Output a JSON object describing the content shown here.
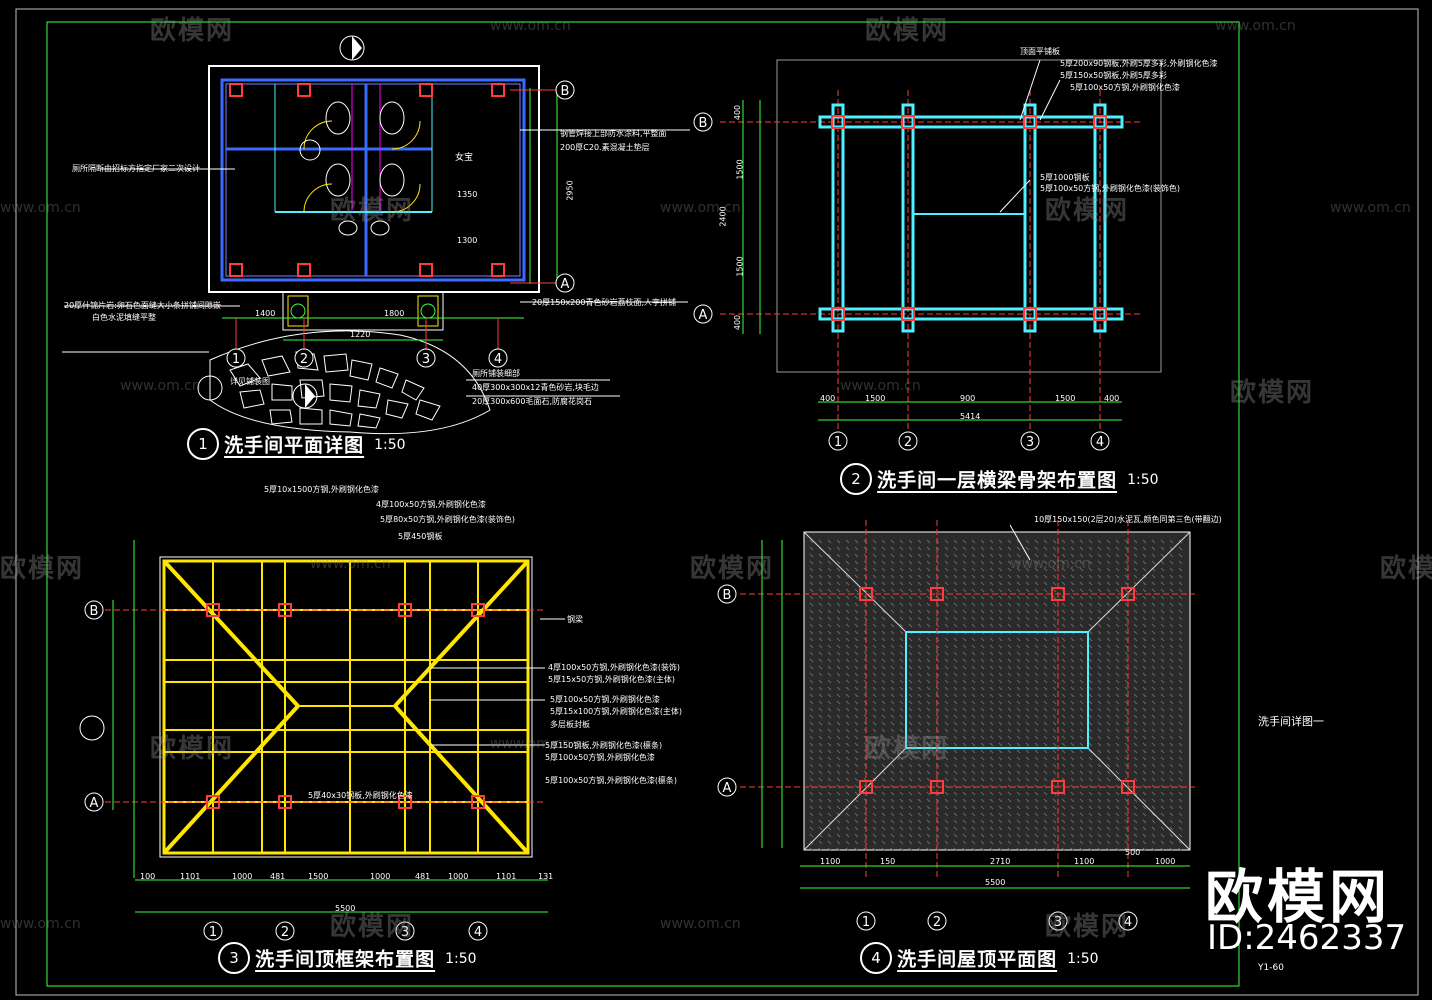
{
  "drawings": [
    {
      "num": "1",
      "title": "洗手间平面详图",
      "scale": "1:50"
    },
    {
      "num": "2",
      "title": "洗手间一层横梁骨架布置图",
      "scale": "1:50"
    },
    {
      "num": "3",
      "title": "洗手间顶框架布置图",
      "scale": "1:50"
    },
    {
      "num": "4",
      "title": "洗手间屋顶平面图",
      "scale": "1:50"
    }
  ],
  "sheet": {
    "name": "洗手间详图一",
    "code": "Y1-60"
  },
  "axes": {
    "cols": [
      "1",
      "2",
      "3",
      "4"
    ],
    "rows": [
      "A",
      "B"
    ]
  },
  "plan1": {
    "room_label": "女宝",
    "notes_left": [
      "厕所隔断由招标方指定厂家二次设计",
      "20厚什锦片岩:卵石色面缝大小条拼铺间隙嵌",
      "白色水泥填缝平整",
      "详见铺装图"
    ],
    "notes_right": [
      "钢管焊接上部防水涂料,平整面",
      "200厚C20.素混凝土垫层",
      "20厚150x200青色砂岩荔枝面,人字拼铺",
      "厕所铺装细部",
      "40厚300x300x12青色砂岩,块毛边",
      "20厚300x600毛面石,防腐花岗石"
    ],
    "dims": [
      "1400",
      "1220",
      "1800",
      "2950",
      "1350",
      "1300"
    ]
  },
  "plan2": {
    "notes": [
      "顶面平铺板",
      "5厚200x90钢板,外刷5厚多彩,外刷钢化色漆",
      "5厚150x50钢板,外刷5厚多彩",
      "5厚100x50方钢,外刷钢化色漆",
      "5厚100x50方钢,外刷钢化色漆(装饰色)",
      "5厚1000钢板"
    ],
    "dims_bottom": [
      "400",
      "1500",
      "900",
      "1500",
      "400"
    ],
    "total": "5414",
    "dims_left": [
      "400",
      "1500",
      "2400",
      "1500",
      "400"
    ]
  },
  "plan3": {
    "notes_top": [
      "5厚10x1500方钢,外刷钢化色漆",
      "4厚100x50方钢,外刷钢化色漆",
      "5厚80x50方钢,外刷钢化色漆(装饰色)",
      "5厚450钢板",
      "5厚40x30钢板,外刷钢化色漆"
    ],
    "notes_right": [
      "钢梁",
      "4厚100x50方钢,外刷钢化色漆(装饰)",
      "5厚15x50方钢,外刷钢化色漆(主体)",
      "5厚100x50方钢,外刷钢化色漆",
      "5厚15x100方钢,外刷钢化色漆(主体)",
      "多层板封板",
      "5厚150钢板,外刷钢化色漆(檩条)",
      "5厚100x50方钢,外刷钢化色漆",
      "5厚100x50方钢,外刷钢化色漆(檩条)"
    ],
    "dims_bottom": [
      "100",
      "1101",
      "1000",
      "481",
      "1500",
      "1000",
      "481",
      "1000",
      "1101",
      "131"
    ],
    "total": "5500"
  },
  "plan4": {
    "notes": [
      "10厚150x150(2层20)水泥瓦,颜色同第三色(带翻边)"
    ],
    "dims_bottom": [
      "1100",
      "150",
      "2710",
      "1100",
      "500",
      "1000"
    ],
    "total": "5500"
  },
  "watermark": {
    "text": "欧模网",
    "url": "www.om.cn",
    "id": "ID:2462337"
  },
  "colors": {
    "bg": "#000000",
    "grid": "#ff3b3b",
    "green": "#3cff3c",
    "blue": "#3a6bff",
    "yellow": "#ffe600",
    "cyan": "#4ff0ff",
    "white": "#ffffff",
    "magenta": "#ff00ff"
  }
}
